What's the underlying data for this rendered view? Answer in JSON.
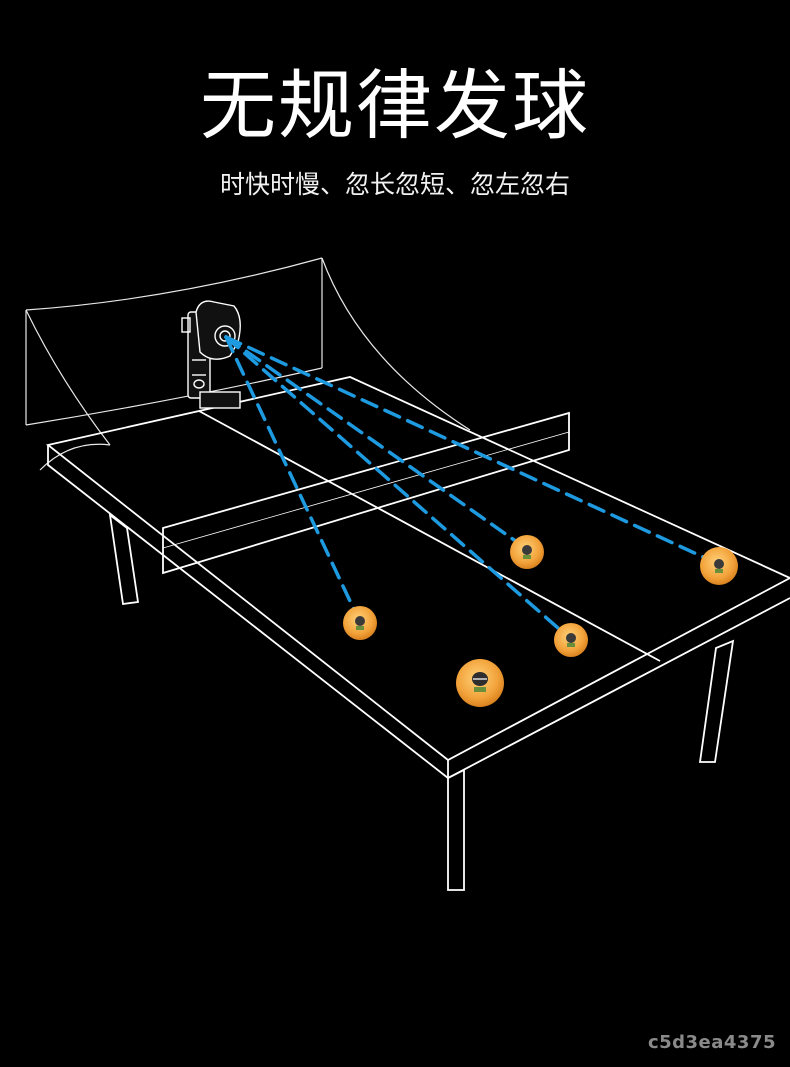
{
  "headline": "无规律发球",
  "subtitle": "时快时慢、忽长忽短、忽左忽右",
  "watermark": "c5d3ea4375",
  "colors": {
    "background": "#000000",
    "lines": "#ffffff",
    "trajectory": "#1e9be0",
    "ball": "#f4a93a"
  },
  "icons": {
    "robot": "ping-pong-robot-icon",
    "ball": "ping-pong-ball-icon"
  }
}
